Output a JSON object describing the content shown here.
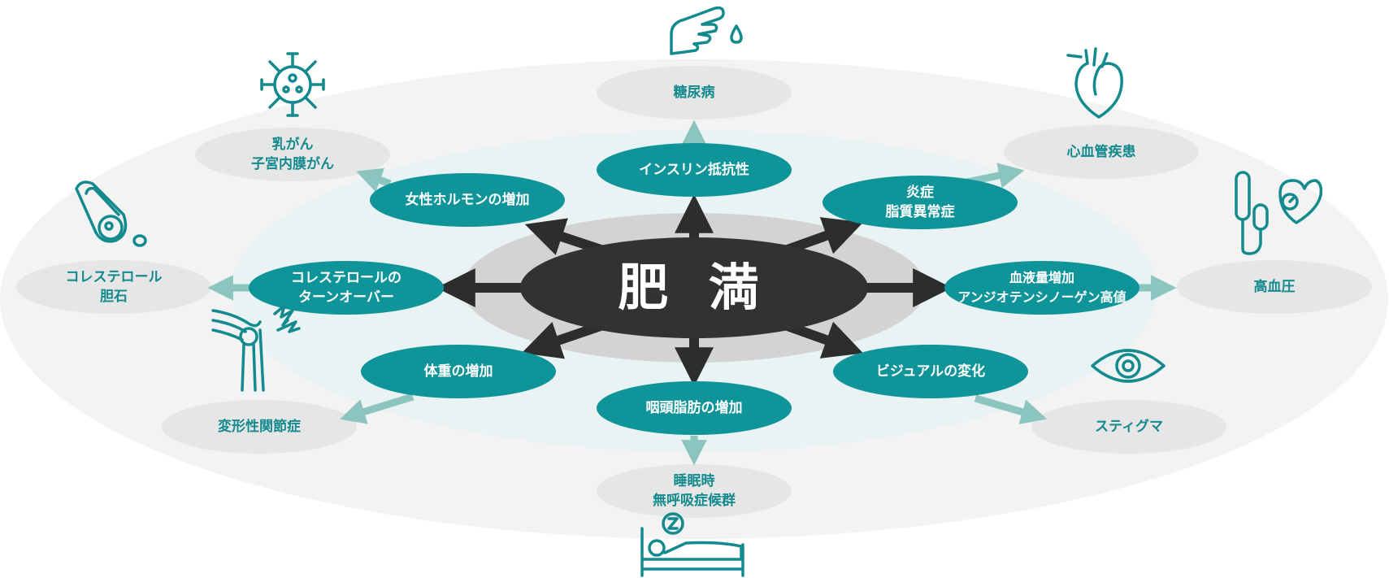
{
  "center": {
    "label": "肥 満"
  },
  "colors": {
    "teal": "#0f9499",
    "teal_text": "#138a8e",
    "arrow_light": "#8cc4bf",
    "arrow_dark": "#2e2d2d",
    "center_fill": "#333232",
    "outer_node": "#e6e6e6"
  },
  "mechanisms": [
    {
      "id": "insulin",
      "lines": [
        "インスリン抵抗性"
      ]
    },
    {
      "id": "inflammation",
      "lines": [
        "炎症",
        "脂質異常症"
      ]
    },
    {
      "id": "blood",
      "lines": [
        "血液量増加",
        "アンジオテンシノーゲン高値"
      ]
    },
    {
      "id": "visual",
      "lines": [
        "ビジュアルの変化"
      ]
    },
    {
      "id": "pharynx",
      "lines": [
        "咽頭脂肪の増加"
      ]
    },
    {
      "id": "weight",
      "lines": [
        "体重の増加"
      ]
    },
    {
      "id": "cholesterol",
      "lines": [
        "コレステロールの",
        "ターンオーバー"
      ]
    },
    {
      "id": "hormone",
      "lines": [
        "女性ホルモンの増加"
      ]
    }
  ],
  "diseases": [
    {
      "id": "diabetes",
      "lines": [
        "糖尿病"
      ],
      "icon": "finger-blood-drop-icon"
    },
    {
      "id": "cardio",
      "lines": [
        "心血管疾患"
      ],
      "icon": "heart-organ-icon"
    },
    {
      "id": "hypertension",
      "lines": [
        "高血圧"
      ],
      "icon": "blood-pressure-icon"
    },
    {
      "id": "stigma",
      "lines": [
        "スティグマ"
      ],
      "icon": "eye-icon"
    },
    {
      "id": "apnea",
      "lines": [
        "睡眠時",
        "無呼吸症候群"
      ],
      "icon": "sleeping-person-icon"
    },
    {
      "id": "osteo",
      "lines": [
        "変形性関節症"
      ],
      "icon": "knee-joint-icon"
    },
    {
      "id": "gallstone",
      "lines": [
        "コレステロール",
        "胆石"
      ],
      "icon": "gallbladder-stone-icon"
    },
    {
      "id": "cancer",
      "lines": [
        "乳がん",
        "子宮内膜がん"
      ],
      "icon": "cancer-cell-icon"
    }
  ]
}
